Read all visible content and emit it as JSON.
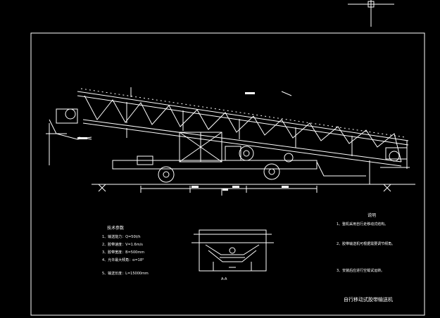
{
  "drawing": {
    "title": "自行移动式胶带输送机",
    "section_label": "A-A",
    "tech_specs": {
      "heading": "技术参数",
      "items": [
        "1、输送能力：Q=50t/h",
        "2、胶带速度：V=1.6m/s",
        "3、胶带宽度：B=500mm",
        "4、允许最大倾角：α=18°",
        "5、输送长度：L=15000mm"
      ]
    },
    "notes": {
      "heading": "说明",
      "items": [
        "1、整机采用自行走移动式结构。",
        "2、胶带输送机可根据需要调节倾角。",
        "3、安装后应进行空载试运转。"
      ]
    }
  },
  "colors": {
    "background": "#000000",
    "line": "#ffffff",
    "frame": "#ffffff"
  }
}
